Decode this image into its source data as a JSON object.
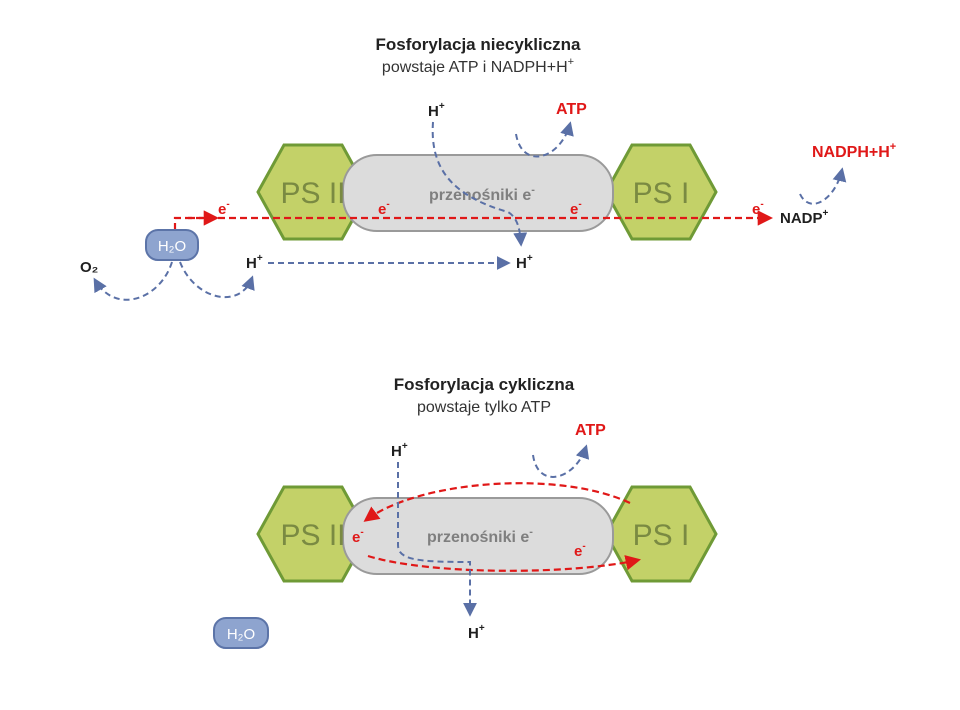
{
  "top": {
    "title": "Fosforylacja niecykliczna",
    "subtitle": "powstaje ATP i NADPH+H",
    "subtitle_sup": "+",
    "ps2": "PS II",
    "ps1": "PS I",
    "carrier": "przenośniki e",
    "carrier_sup": "-",
    "e": "e",
    "e_sup": "-",
    "water": "H₂O",
    "o2": "O₂",
    "h": "H",
    "plus": "+",
    "atp": "ATP",
    "nadph": "NADPH+H",
    "nadp": "NADP"
  },
  "bottom": {
    "title": "Fosforylacja cykliczna",
    "subtitle": "powstaje tylko ATP",
    "ps2": "PS II",
    "ps1": "PS I",
    "carrier": "przenośniki e",
    "carrier_sup": "-",
    "e": "e",
    "e_sup": "-",
    "water": "H₂O",
    "h": "H",
    "plus": "+",
    "atp": "ATP"
  },
  "colors": {
    "ps_fill": "#c3d168",
    "ps_stroke": "#6f9a36",
    "carrier_fill": "#dcdcdc",
    "electron_red": "#e01818",
    "proton_blue": "#5a70a6",
    "water_fill": "#8ea4cf"
  }
}
